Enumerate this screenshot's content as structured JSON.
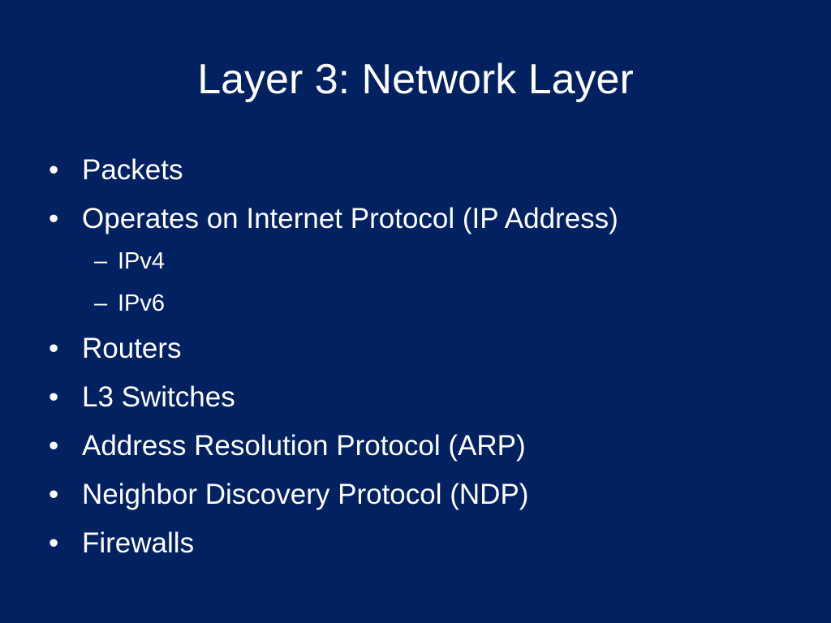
{
  "slide": {
    "title": "Layer 3: Network Layer",
    "bullet_symbol": "•",
    "dash_symbol": "–",
    "items": [
      {
        "text": "Packets",
        "level": 1
      },
      {
        "text": "Operates on Internet Protocol (IP Address)",
        "level": 1
      },
      {
        "text": "IPv4",
        "level": 2
      },
      {
        "text": "IPv6",
        "level": 2
      },
      {
        "text": "Routers",
        "level": 1
      },
      {
        "text": "L3 Switches",
        "level": 1
      },
      {
        "text": "Address Resolution Protocol (ARP)",
        "level": 1
      },
      {
        "text": "Neighbor Discovery Protocol (NDP)",
        "level": 1
      },
      {
        "text": "Firewalls",
        "level": 1
      }
    ]
  },
  "colors": {
    "background": "#012160",
    "text": "#ffffff"
  }
}
